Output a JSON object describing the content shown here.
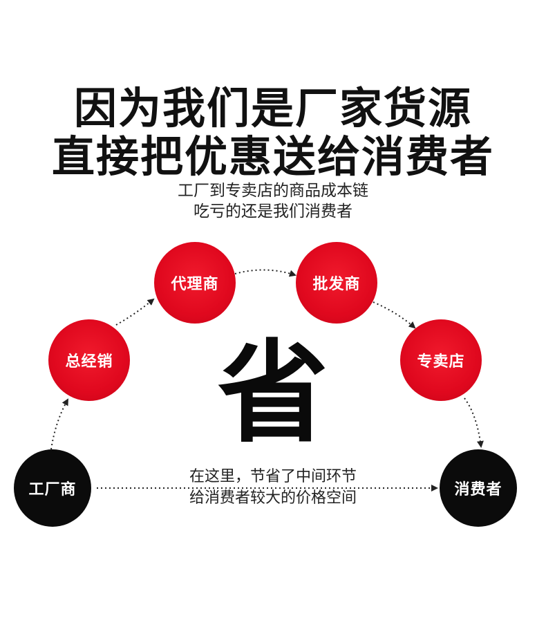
{
  "headline": {
    "line1": "因为我们是厂家货源",
    "line2": "直接把优惠送给消费者"
  },
  "subheadline": {
    "line1": "工厂到专卖店的商品成本链",
    "line2": "吃亏的还是我们消费者"
  },
  "chain": {
    "factory": "工厂商",
    "general_distributor": "总经销",
    "agent": "代理商",
    "wholesaler": "批发商",
    "store": "专卖店",
    "consumer": "消费者"
  },
  "center_char": "省",
  "direct_note": {
    "line1": "在这里，节省了中间环节",
    "line2": "给消费者较大的价格空间"
  },
  "colors": {
    "red_node": "#e0081e",
    "black_node": "#0b0b0b",
    "arrow": "#222222"
  }
}
